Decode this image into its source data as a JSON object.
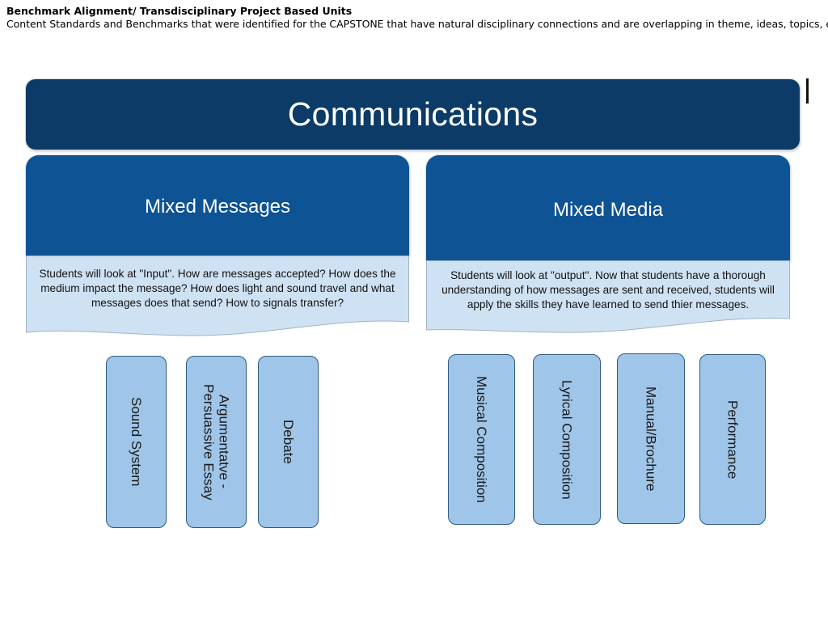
{
  "header": {
    "title": "Benchmark Alignment/ Transdisciplinary Project Based Units",
    "subtitle": "Content Standards and Benchmarks that were identified for the CAPSTONE that have natural disciplinary connections and are overlapping in theme, ideas, topics, etc."
  },
  "diagram": {
    "root": "Communications",
    "branches": [
      {
        "title": "Mixed Messages",
        "description": "Students will look at \"Input\". How are messages accepted? How does the medium impact the message? How does light and sound travel and what messages does that send? How to signals transfer?",
        "topics": [
          "Sound System",
          "Argumentatve -\nPersuassive Essay",
          "Debate"
        ]
      },
      {
        "title": "Mixed Media",
        "description": "Students will look at \"output\". Now that students have a thorough understanding of how messages are sent and received, students will apply the skills they have learned to send thier messages.",
        "topics": [
          "Musical Composition",
          "Lyrical Composition",
          "Manual/Brochure",
          "Performance"
        ]
      }
    ]
  },
  "colors": {
    "root_fill": "#0b3b66",
    "branch_header_fill": "#0e5394",
    "description_fill": "#cfe2f3",
    "topic_fill": "#9fc5e8",
    "topic_border": "#2f5b84"
  }
}
